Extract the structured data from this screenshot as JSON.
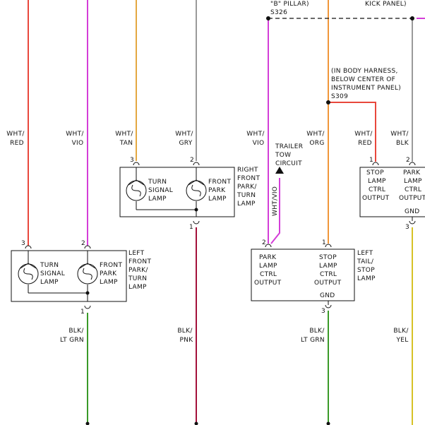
{
  "colors": {
    "red": "#e8473c",
    "violet": "#d43ed8",
    "tan": "#e4a840",
    "gray": "#9a9a9a",
    "orange": "#f0963a",
    "pink_red": "#a3103a",
    "green": "#3a9a28",
    "yellow": "#d6c226"
  },
  "top_labels": {
    "b_pillar": "\"B\" PILLAR)",
    "s326": "S326",
    "kick_panel": "KICK PANEL)",
    "body_harness_1": "(IN BODY HARNESS,",
    "body_harness_2": "BELOW CENTER OF",
    "body_harness_3": "INSTRUMENT PANEL)",
    "s309": "S309"
  },
  "wire_labels": {
    "wht_red_1": [
      "WHT/",
      "RED"
    ],
    "wht_vio_1": [
      "WHT/",
      "VIO"
    ],
    "wht_tan": [
      "WHT/",
      "TAN"
    ],
    "wht_gry": [
      "WHT/",
      "GRY"
    ],
    "wht_vio_2": [
      "WHT/",
      "VIO"
    ],
    "wht_org": [
      "WHT/",
      "ORG"
    ],
    "wht_red_2": [
      "WHT/",
      "RED"
    ],
    "wht_blk": [
      "WHT/",
      "BLK"
    ],
    "blk_ltgrn_1": [
      "BLK/",
      "LT GRN"
    ],
    "blk_pnk": [
      "BLK/",
      "PNK"
    ],
    "blk_ltgrn_2": [
      "BLK/",
      "LT GRN"
    ],
    "blk_yel": [
      "BLK/",
      "YEL"
    ],
    "wht_vio_vertical": "WHT/VIO"
  },
  "trailer": [
    "TRAILER",
    "TOW",
    "CIRCUIT"
  ],
  "pins": {
    "lf_turn": "3",
    "lf_park": "2",
    "lf_gnd": "1",
    "rf_turn": "3",
    "rf_park": "2",
    "rf_gnd": "1",
    "lt_park": "2",
    "lt_stop": "1",
    "lt_gnd": "3",
    "rt_stop": "1",
    "rt_park": "2",
    "rt_gnd": "3"
  },
  "components": {
    "rf_turn_lamp": [
      "TURN",
      "SIGNAL",
      "LAMP"
    ],
    "rf_park_lamp": [
      "FRONT",
      "PARK",
      "LAMP"
    ],
    "rf_title": [
      "RIGHT",
      "FRONT",
      "PARK/",
      "TURN",
      "LAMP"
    ],
    "lf_turn_lamp": [
      "TURN",
      "SIGNAL",
      "LAMP"
    ],
    "lf_park_lamp": [
      "FRONT",
      "PARK",
      "LAMP"
    ],
    "lf_title": [
      "LEFT",
      "FRONT",
      "PARK/",
      "TURN",
      "LAMP"
    ],
    "lt_park_out": [
      "PARK",
      "LAMP",
      "CTRL",
      "OUTPUT"
    ],
    "lt_stop_out": [
      "STOP",
      "LAMP",
      "CTRL",
      "OUTPUT"
    ],
    "lt_gnd": "GND",
    "lt_title": [
      "LEFT",
      "TAIL/",
      "STOP",
      "LAMP"
    ],
    "rt_stop_out": [
      "STOP",
      "LAMP",
      "CTRL",
      "OUTPUT"
    ],
    "rt_park_out": [
      "PARK",
      "LAMP",
      "CTRL",
      "OUTPUT"
    ],
    "rt_gnd": "GND"
  }
}
